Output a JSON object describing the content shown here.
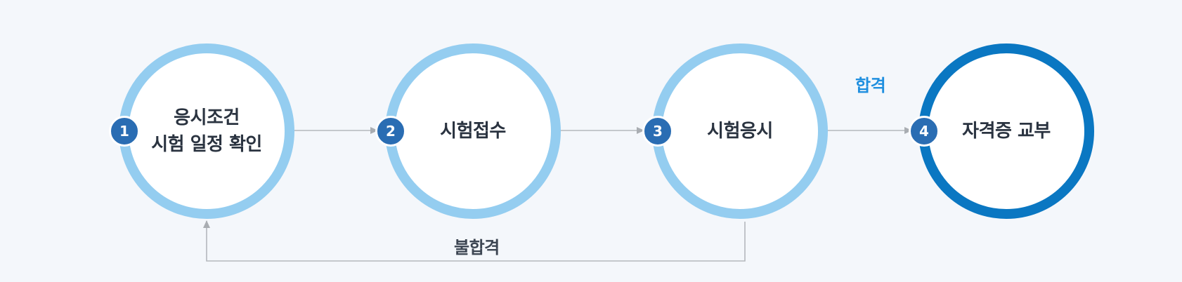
{
  "steps": [
    {
      "number": "1",
      "label": "응시조건\n시험 일정 확인"
    },
    {
      "number": "2",
      "label": "시험접수"
    },
    {
      "number": "3",
      "label": "시험응시"
    },
    {
      "number": "4",
      "label": "자격증 교부"
    }
  ],
  "edges": {
    "pass_label": "합격",
    "fail_label": "불합격"
  },
  "colors": {
    "ring_light": "#94cdf0",
    "ring_final": "#0a77c2",
    "badge": "#2a6db3",
    "pass_text": "#1f8fdf",
    "connector": "#b4b8bd"
  }
}
